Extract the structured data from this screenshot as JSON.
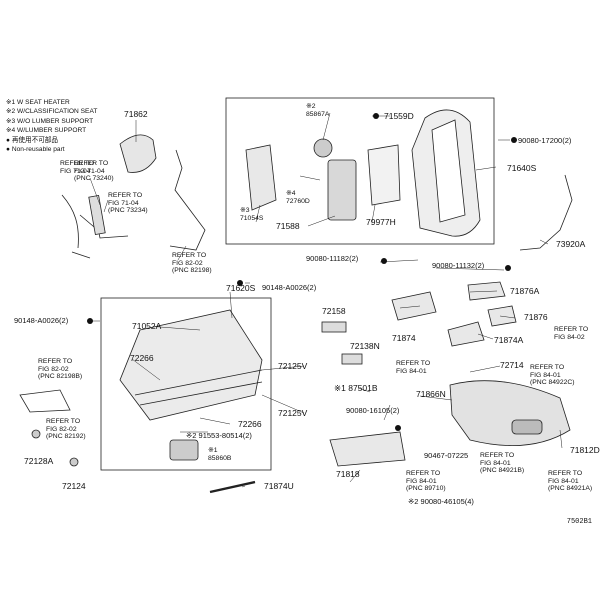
{
  "legend": [
    "※1 W SEAT HEATER",
    "※2 W/CLASSIFICATION SEAT",
    "※3 W/O LUMBER SUPPORT",
    "※4 W/LUMBER SUPPORT",
    "● 再使用不可部品",
    "● Non-reusable part"
  ],
  "parts": {
    "p71862": "71862",
    "p85867A": "※2\n85867A",
    "p71559D": "71559D",
    "p90080_172": "90080-17200(2)",
    "p71640S": "71640S",
    "p71054S": "※3\n71054S",
    "p72760D": "※4\n72760D",
    "p71588": "71588",
    "p79977H": "79977H",
    "p73920A": "73920A",
    "p90080_111a": "90080-11182(2)",
    "p90080_111b": "90080-11132(2)",
    "p71620S": "71620S",
    "p90148_top": "90148-A0026(2)",
    "p72158": "72158",
    "p71876A": "71876A",
    "p71876": "71876",
    "p90148_left": "90148-A0026(2)",
    "p71052A": "71052A",
    "p71874": "71874",
    "p71874A": "71874A",
    "p72138N": "72138N",
    "p72266a": "72266",
    "p72125V_a": "72125V",
    "p72714": "72714",
    "p87501B": "※1 87501B",
    "p71866N": "71866N",
    "p72125V_b": "72125V",
    "p72266b": "72266",
    "p91553": "※2 91553-80514(2)",
    "p90080_161": "90080-16105(2)",
    "p85860B": "※1\n85860B",
    "p90467": "90467-07225",
    "p72128A": "72128A",
    "p71812D": "71812D",
    "p71818": "71818",
    "p72124": "72124",
    "p71874U": "71874U",
    "p90080_461": "※2 90080-46105(4)"
  },
  "refs": {
    "r1": "REFER TO\nFIG 71-04",
    "r2": "REFER TO\nFIG 71-04\n(PNC 73240)",
    "r3": "REFER TO\nFIG 71-04\n(PNC 73234)",
    "r4": "REFER TO\nFIG 82-02\n(PNC 82198)",
    "r5": "REFER TO\nFIG 82-02\n(PNC 82198B)",
    "r6": "REFER TO\nFIG 82-02\n(PNC 82192)",
    "r7": "REFER TO\nFIG 84-01",
    "r8": "REFER TO\nFIG 84-01\n(PNC 84922C)",
    "r9": "REFER TO\nFIG 84-02",
    "r10": "REFER TO\nFIG 84-01\n(PNC 84921B)",
    "r11": "REFER TO\nFIG 84-01\n(PNC 84921A)",
    "r12": "REFER TO\nFIG 84-01\n(PNC 89710)"
  },
  "corner_code": "7502B1"
}
